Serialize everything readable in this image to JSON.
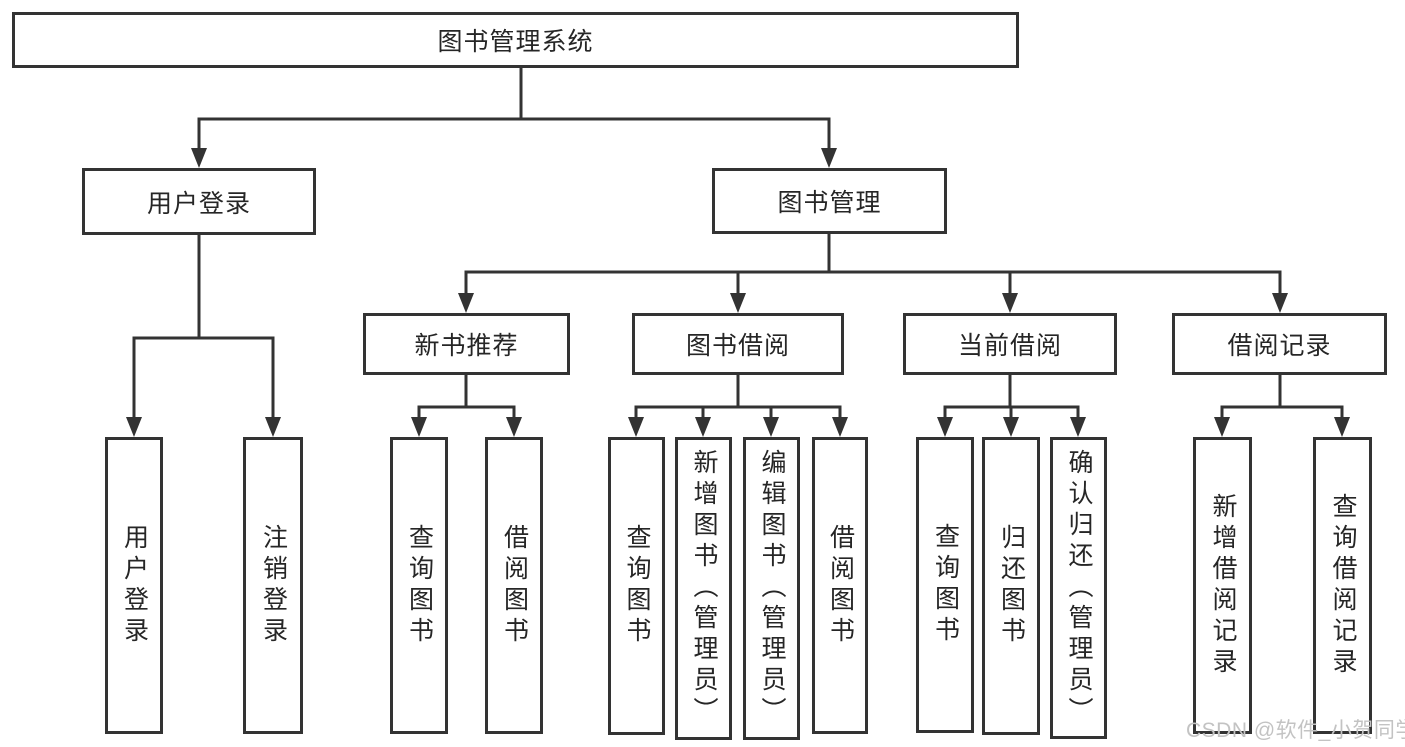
{
  "diagram_type": "tree",
  "root": {
    "label": "图书管理系统"
  },
  "branches": [
    {
      "label": "用户登录",
      "children": [
        {
          "label": "用户登录"
        },
        {
          "label": "注销登录"
        }
      ]
    },
    {
      "label": "图书管理",
      "children": [
        {
          "label": "新书推荐",
          "children": [
            {
              "label": "查询图书"
            },
            {
              "label": "借阅图书"
            }
          ]
        },
        {
          "label": "图书借阅",
          "children": [
            {
              "label": "查询图书"
            },
            {
              "label": "新增图书（管理员）"
            },
            {
              "label": "编辑图书（管理员）"
            },
            {
              "label": "借阅图书"
            }
          ]
        },
        {
          "label": "当前借阅",
          "children": [
            {
              "label": "查询图书"
            },
            {
              "label": "归还图书"
            },
            {
              "label": "确认归还（管理员）"
            }
          ]
        },
        {
          "label": "借阅记录",
          "children": [
            {
              "label": "新增借阅记录"
            },
            {
              "label": "查询借阅记录"
            }
          ]
        }
      ]
    }
  ],
  "watermark": "CSDN @软件_小贺同学",
  "colors": {
    "line": "#333333",
    "box_border": "#333333",
    "text": "#262626",
    "watermark": "#c3c3c3",
    "background": "#ffffff"
  }
}
